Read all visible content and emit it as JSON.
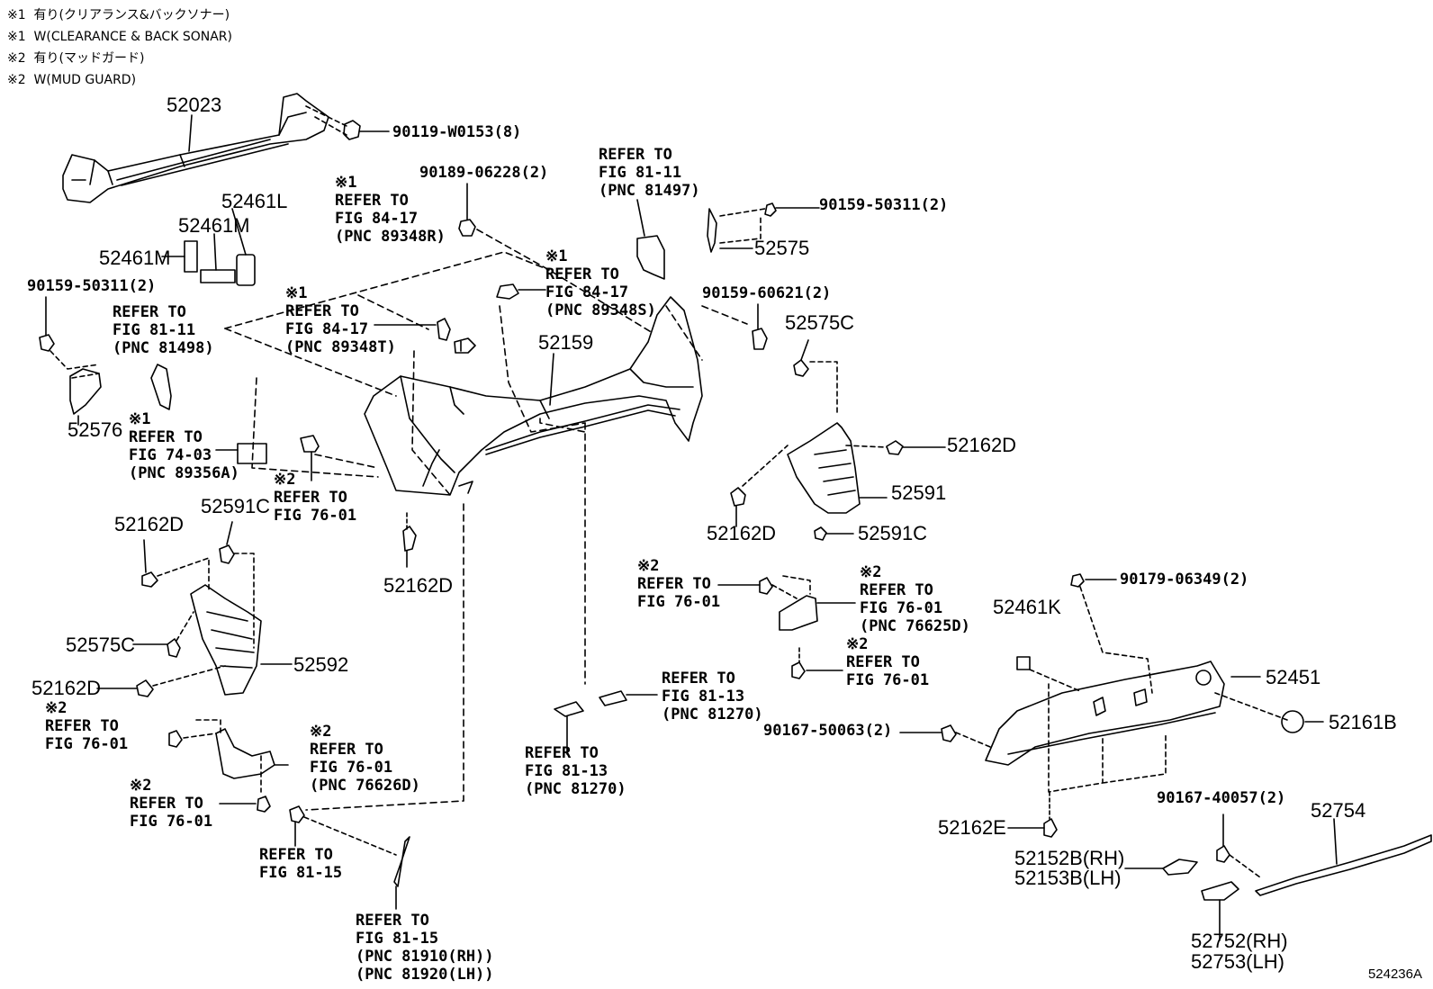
{
  "notes": [
    "※1  有り(クリアランス&バックソナー)",
    "※1  W(CLEARANCE & BACK SONAR)",
    "※2  有り(マッドガード)",
    "※2  W(MUD GUARD)"
  ],
  "labels": {
    "p52023": "52023",
    "p90119": "90119-W0153(8)",
    "p52461L": "52461L",
    "p52461M_a": "52461M",
    "p52461M_b": "52461M",
    "p90159_left": "90159-50311(2)",
    "ref_81_11_81498": "REFER TO\nFIG 81-11\n(PNC 81498)",
    "p52576": "52576",
    "ref_74_03": "※1\nREFER TO\nFIG 74-03\n(PNC 89356A)",
    "ref_89348R": "※1\nREFER TO\nFIG 84-17\n(PNC 89348R)",
    "p90189": "90189-06228(2)",
    "ref_89348T": "※1\nREFER TO\nFIG 84-17\n(PNC 89348T)",
    "ref_81_11_81497": "REFER TO\nFIG 81-11\n(PNC 81497)",
    "p90159_right": "90159-50311(2)",
    "p52575": "52575",
    "ref_89348S": "※1\nREFER TO\nFIG 84-17\n(PNC 89348S)",
    "p90159_60621": "90159-60621(2)",
    "p52575C_right": "52575C",
    "p52159": "52159",
    "p52162D_r1": "52162D",
    "p52591": "52591",
    "p52162D_r2": "52162D",
    "p52591C_right": "52591C",
    "ref_76_01_center": "※2\nREFER TO\nFIG 76-01",
    "p52162D_center": "52162D",
    "p52162D_left": "52162D",
    "p52591C_left": "52591C",
    "p52575C_left": "52575C",
    "p52592": "52592",
    "p52162D_left2": "52162D",
    "ref_76_01_left": "※2\nREFER TO\nFIG 76-01",
    "ref_76626D": "※2\nREFER TO\nFIG 76-01\n(PNC 76626D)",
    "ref_76_01_left2": "※2\nREFER TO\nFIG 76-01",
    "ref_81_15_a": "REFER TO\nFIG 81-15",
    "ref_81_15_b": "REFER TO\nFIG 81-15\n(PNC 81910(RH))\n(PNC 81920(LH))",
    "ref_81_13_a": "REFER TO\nFIG 81-13\n(PNC 81270)",
    "ref_81_13_b": "REFER TO\nFIG 81-13\n(PNC 81270)",
    "ref_76_01_mid": "※2\nREFER TO\nFIG 76-01",
    "ref_76625D": "※2\nREFER TO\nFIG 76-01\n(PNC 76625D)",
    "ref_76_01_mid2": "※2\nREFER TO\nFIG 76-01",
    "p90179": "90179-06349(2)",
    "p52461K": "52461K",
    "p52451": "52451",
    "p90167_50063": "90167-50063(2)",
    "p52161B": "52161B",
    "p52162E": "52162E",
    "p52152B": "52152B(RH)",
    "p52153B": "52153B(LH)",
    "p90167_40057": "90167-40057(2)",
    "p52754": "52754",
    "p52752": "52752(RH)",
    "p52753": "52753(LH)"
  },
  "diagram_code": "524236A"
}
